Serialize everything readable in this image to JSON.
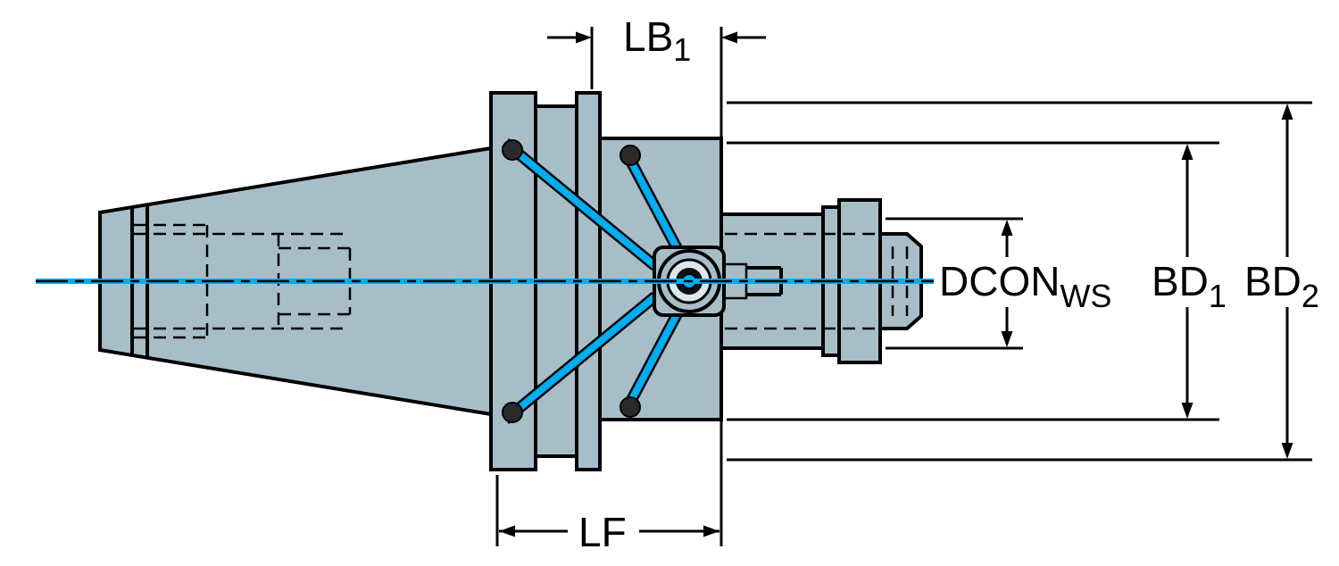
{
  "diagram": {
    "type": "technical-drawing",
    "subject": "milling-adapter-tool-holder-cross-section",
    "labels": {
      "lb1": {
        "base": "LB",
        "sub": "1"
      },
      "lf": "LF",
      "dcon": {
        "base": "DCON",
        "sub": "WS"
      },
      "bd1": {
        "base": "BD",
        "sub": "1"
      },
      "bd2": {
        "base": "BD",
        "sub": "2"
      }
    },
    "colors": {
      "background": "#ffffff",
      "body_fill": "#a7bec9",
      "outline": "#000000",
      "coolant": "#00aeef"
    }
  }
}
